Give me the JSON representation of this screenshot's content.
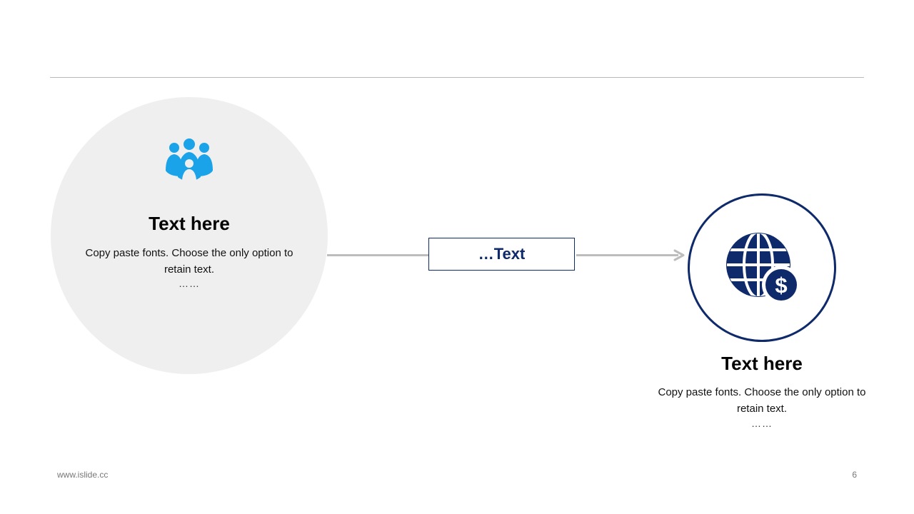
{
  "left_node": {
    "title": "Text here",
    "body": "Copy paste fonts. Choose the only option to retain text.",
    "dots": "……",
    "icon": "people-group-icon"
  },
  "connector": {
    "label": "…Text"
  },
  "right_node": {
    "title": "Text here",
    "body": "Copy paste fonts. Choose the only option to retain text.",
    "dots": "……",
    "icon": "globe-dollar-icon"
  },
  "footer": {
    "url": "www.islide.cc",
    "page_number": "6"
  },
  "colors": {
    "accent_blue": "#1aa3e8",
    "navy": "#0f2a6b",
    "circle_fill": "#efefef",
    "connector_gray": "#bdbdbd"
  }
}
